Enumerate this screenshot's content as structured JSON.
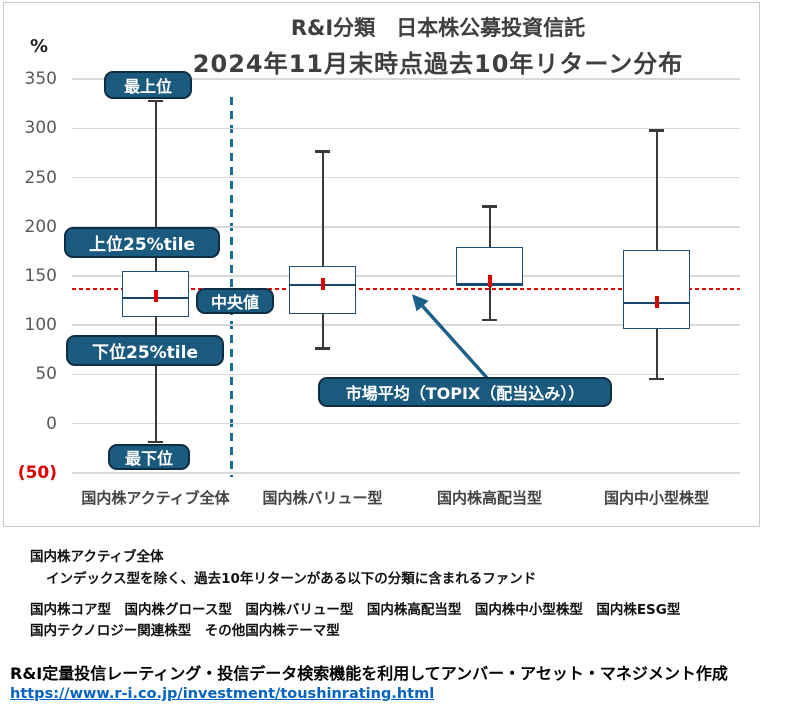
{
  "chart": {
    "title_line1": "R&I分類　日本株公募投資信託",
    "title_line2": "2024年11月末時点過去10年リターン分布",
    "y_unit": "%",
    "labels": {
      "top": "最上位",
      "upper_quartile": "上位25%tile",
      "median": "中央値",
      "lower_quartile": "下位25%tile",
      "bottom": "最下位",
      "market_average": "市場平均（TOPIX（配当込み））"
    }
  },
  "chart_data": {
    "type": "boxplot",
    "title": "R&I分類　日本株公募投資信託　2024年11月末時点過去10年リターン分布",
    "ylabel": "%",
    "ylim": [
      -50,
      350
    ],
    "grid": true,
    "yticks": [
      {
        "label": "350",
        "value": 350
      },
      {
        "label": "300",
        "value": 300
      },
      {
        "label": "250",
        "value": 250
      },
      {
        "label": "200",
        "value": 200
      },
      {
        "label": "150",
        "value": 150
      },
      {
        "label": "100",
        "value": 100
      },
      {
        "label": "50",
        "value": 50
      },
      {
        "label": "0",
        "value": 0
      },
      {
        "label": "(50)",
        "value": -50
      }
    ],
    "categories": [
      "国内株アクティブ全体",
      "国内株バリュー型",
      "国内株高配当型",
      "国内中小型株型"
    ],
    "series": [
      {
        "name": "国内株アクティブ全体",
        "min": -19,
        "q1": 108,
        "median": 128,
        "q3": 155,
        "max": 328,
        "mean": 130
      },
      {
        "name": "国内株バリュー型",
        "min": 76,
        "q1": 111,
        "median": 141,
        "q3": 160,
        "max": 277,
        "mean": 142
      },
      {
        "name": "国内株高配当型",
        "min": 105,
        "q1": 140,
        "median": 142,
        "q3": 179,
        "max": 221,
        "mean": 145
      },
      {
        "name": "国内中小型株型",
        "min": 45,
        "q1": 96,
        "median": 123,
        "q3": 176,
        "max": 298,
        "mean": 124
      }
    ],
    "reference_line": {
      "label": "市場平均（TOPIX（配当込み））",
      "value": 137,
      "style": "dashed",
      "color": "#e80000"
    },
    "annotations": [
      "最上位",
      "上位25%tile",
      "中央値",
      "下位25%tile",
      "最下位",
      "市場平均（TOPIX（配当込み））"
    ],
    "legend_position": "none"
  },
  "colors": {
    "pill_fill": "#1a5a7e",
    "pill_border": "#0e2c42",
    "box_border": "#1f4e79",
    "median_line": "#17456b",
    "whisker": "#3a3a3a",
    "mean_marker": "#e00000",
    "reference_line": "#e80000",
    "divider_line": "#1d6d99",
    "grid": "#d9d9d9",
    "tick_text": "#595959",
    "negative_tick": "#e00000",
    "link": "#0563c1"
  },
  "footnotes": {
    "line1": "国内株アクティブ全体",
    "line2": "インデックス型を除く、過去10年リターンがある以下の分類に含まれるファンド",
    "line3": "国内株コア型　国内株グロース型　国内株バリュー型　国内株高配当型　国内株中小型株型　国内株ESG型",
    "line4": "国内テクノロジー関連株型　その他国内株テーマ型"
  },
  "credit": {
    "text": "R&I定量投信レーティング・投信データ検索機能を利用してアンバー・アセット・マネジメント作成",
    "url": "https://www.r-i.co.jp/investment/toushinrating.html"
  }
}
